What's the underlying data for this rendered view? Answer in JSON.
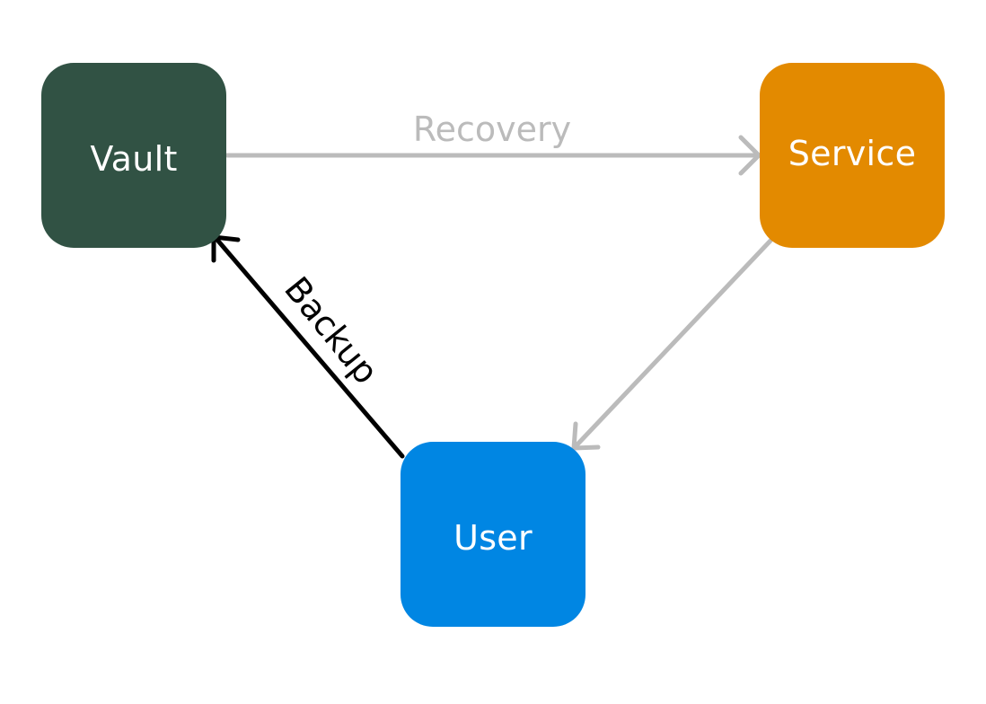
{
  "nodes": {
    "vault": {
      "label": "Vault",
      "color": "#315244"
    },
    "service": {
      "label": "Service",
      "color": "#e38a00"
    },
    "user": {
      "label": "User",
      "color": "#0086e3"
    }
  },
  "edges": {
    "recovery": {
      "label": "Recovery",
      "from": "Vault",
      "to": "Service",
      "color": "#bbbbbb"
    },
    "service_to_user": {
      "label": "",
      "from": "Service",
      "to": "User",
      "color": "#bbbbbb"
    },
    "backup": {
      "label": "Backup",
      "from": "User",
      "to": "Vault",
      "color": "#000000"
    }
  }
}
